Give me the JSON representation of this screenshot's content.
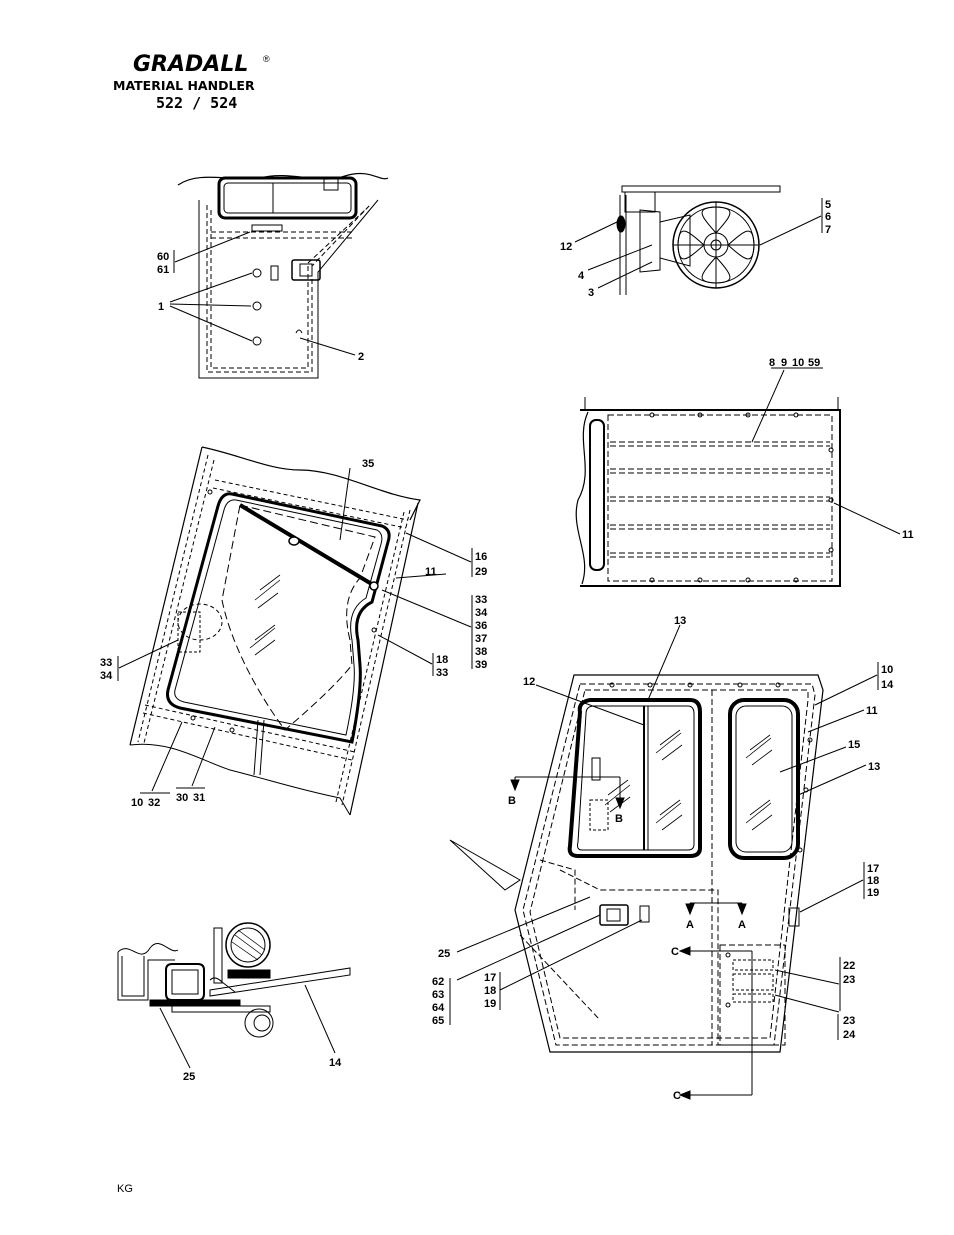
{
  "brand": {
    "name": "GRADALL",
    "registered_mark": "®",
    "product": "MATERIAL HANDLER",
    "model": "522 / 524"
  },
  "footer": {
    "code": "KG"
  },
  "views": {
    "door_exterior": {
      "callouts": [
        "60",
        "61",
        "1",
        "2"
      ]
    },
    "wiper_motor": {
      "callouts": [
        "12",
        "4",
        "3",
        "5",
        "6",
        "7"
      ]
    },
    "headliner": {
      "callouts": [
        "8",
        "9",
        "10",
        "59",
        "11"
      ]
    },
    "door_interior": {
      "callouts": [
        "35",
        "16",
        "29",
        "11",
        "33",
        "34",
        "36",
        "37",
        "38",
        "39",
        "18",
        "33",
        "33",
        "34",
        "10",
        "32",
        "30",
        "31"
      ]
    },
    "cab_assembly": {
      "callouts": [
        "13",
        "12",
        "10",
        "14",
        "11",
        "15",
        "13",
        "17",
        "18",
        "19",
        "22",
        "23",
        "23",
        "24",
        "25",
        "62",
        "63",
        "64",
        "65",
        "17",
        "18",
        "19"
      ],
      "section_marks": [
        "B",
        "B",
        "A",
        "A",
        "C",
        "C"
      ]
    },
    "seal_detail": {
      "callouts": [
        "25",
        "14"
      ]
    }
  }
}
